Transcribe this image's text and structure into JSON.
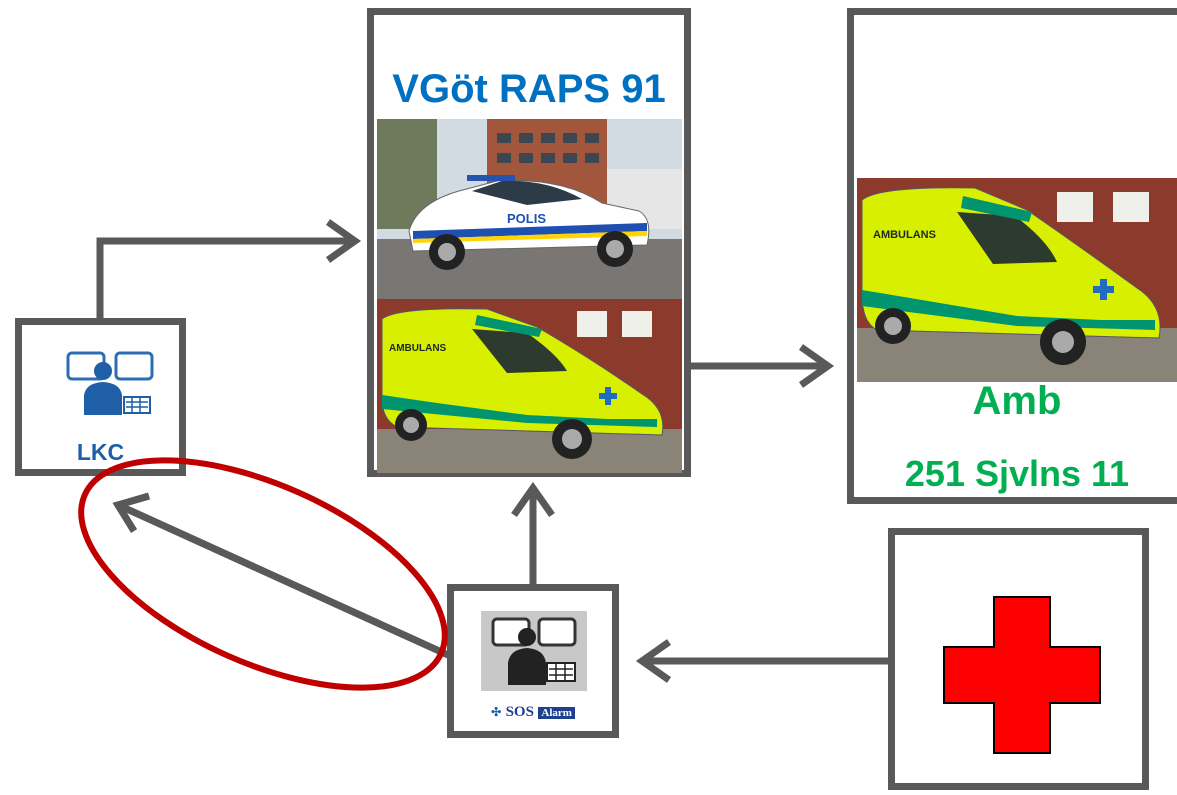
{
  "nodes": {
    "lkc": {
      "label": "LKC"
    },
    "vehicle_unit": {
      "title": "VGöt RAPS 91"
    },
    "ambulance_unit": {
      "title": "Amb",
      "subtitle": "251 Sjvlns 11"
    },
    "sos": {
      "logo_text_1": "SOS",
      "logo_text_2": "Alarm"
    },
    "police_car": {
      "text": "POLIS"
    },
    "ambulance": {
      "text": "AMBULANS"
    }
  },
  "colors": {
    "box_border": "#595959",
    "arrow": "#595959",
    "title_blue": "#0070c0",
    "title_green": "#00b050",
    "highlight_ellipse": "#c00000",
    "red_cross": "#ff0000",
    "ambulance_body": "#d8f000",
    "ambulance_stripe": "#00956e",
    "police_body": "#ffffff",
    "police_stripe": "#1f4fb0"
  },
  "icons": [
    "operator-workstation-icon",
    "red-cross-icon",
    "police-car-photo",
    "ambulance-photo"
  ]
}
